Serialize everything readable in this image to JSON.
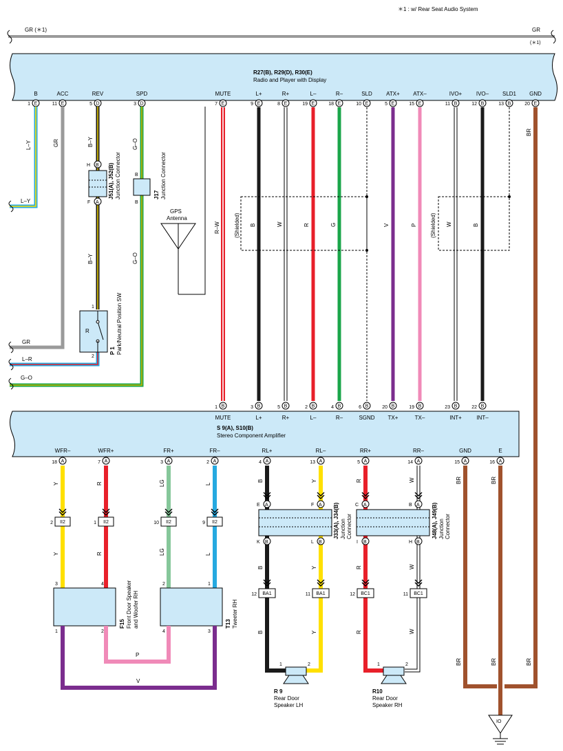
{
  "note": "＊1 : w/ Rear Seat Audio System",
  "top_wire": {
    "left_label": "GR (＊1)",
    "right_label": "GR",
    "right_note": "(＊1)"
  },
  "radio": {
    "refs": "R27(B), R29(D), R30(E)",
    "name": "Radio and Player with Display",
    "pins": [
      {
        "label": "B",
        "num": "1",
        "conn": "E"
      },
      {
        "label": "ACC",
        "num": "11",
        "conn": "E"
      },
      {
        "label": "REV",
        "num": "5",
        "conn": "D"
      },
      {
        "label": "SPD",
        "num": "3",
        "conn": "D"
      },
      {
        "label": "MUTE",
        "num": "7",
        "conn": "E"
      },
      {
        "label": "L+",
        "num": "9",
        "conn": "E"
      },
      {
        "label": "R+",
        "num": "8",
        "conn": "E"
      },
      {
        "label": "L–",
        "num": "19",
        "conn": "E"
      },
      {
        "label": "R–",
        "num": "18",
        "conn": "E"
      },
      {
        "label": "SLD",
        "num": "10",
        "conn": "E"
      },
      {
        "label": "ATX+",
        "num": "5",
        "conn": "E"
      },
      {
        "label": "ATX–",
        "num": "15",
        "conn": "E"
      },
      {
        "label": "IVO+",
        "num": "11",
        "conn": "B"
      },
      {
        "label": "IVO–",
        "num": "12",
        "conn": "B"
      },
      {
        "label": "SLD1",
        "num": "13",
        "conn": "B"
      },
      {
        "label": "GND",
        "num": "20",
        "conn": "E"
      }
    ]
  },
  "wire_colors": {
    "ly": "L–Y",
    "gr": "GR",
    "by": "B–Y",
    "go": "G–O",
    "rw": "R–W",
    "b": "B",
    "w": "W",
    "r": "R",
    "g": "G",
    "v": "V",
    "p": "P",
    "br": "BR",
    "lr": "L–R",
    "y": "Y",
    "lg": "LG",
    "l": "L"
  },
  "shielded": "(Shielded)",
  "j51": {
    "ref": "J51(A), J52(B)",
    "name": "Junction Connector",
    "top_pin": "H",
    "top_conn": "B",
    "bot_pin": "F",
    "bot_conn": "A"
  },
  "j17": {
    "ref": "J17",
    "name": "Junction Connector",
    "pin_top": "B",
    "pin_bot": "B"
  },
  "gps": {
    "line1": "GPS",
    "line2": "Antenna"
  },
  "p1": {
    "ref": "P 1",
    "name": "Park/Neutral Position SW",
    "pin1": "1",
    "pin2": "2",
    "inner": "R"
  },
  "left_wires": {
    "ly": "L–Y",
    "gr": "GR",
    "lr": "L–R",
    "go": "G–O"
  },
  "amp": {
    "refs": "S 9(A), S10(B)",
    "name": "Stereo Component Amplifier",
    "top_pins": [
      {
        "label": "MUTE",
        "num": "1",
        "conn": "B"
      },
      {
        "label": "L+",
        "num": "3",
        "conn": "B"
      },
      {
        "label": "R+",
        "num": "5",
        "conn": "B"
      },
      {
        "label": "L–",
        "num": "2",
        "conn": "B"
      },
      {
        "label": "R–",
        "num": "4",
        "conn": "B"
      },
      {
        "label": "SGND",
        "num": "6",
        "conn": "B"
      },
      {
        "label": "TX+",
        "num": "20",
        "conn": "B"
      },
      {
        "label": "TX–",
        "num": "19",
        "conn": "B"
      },
      {
        "label": "INT+",
        "num": "23",
        "conn": "B"
      },
      {
        "label": "INT–",
        "num": "22",
        "conn": "B"
      }
    ],
    "bot_pins": [
      {
        "label": "WFR–",
        "num": "18",
        "conn": "A"
      },
      {
        "label": "WFR+",
        "num": "7",
        "conn": "A"
      },
      {
        "label": "FR+",
        "num": "3",
        "conn": "A"
      },
      {
        "label": "FR–",
        "num": "2",
        "conn": "A"
      },
      {
        "label": "RL+",
        "num": "4",
        "conn": "A"
      },
      {
        "label": "RL–",
        "num": "13",
        "conn": "A"
      },
      {
        "label": "RR+",
        "num": "5",
        "conn": "A"
      },
      {
        "label": "RR–",
        "num": "14",
        "conn": "A"
      },
      {
        "label": "GND",
        "num": "15",
        "conn": "A"
      },
      {
        "label": "E",
        "num": "16",
        "conn": "A"
      }
    ]
  },
  "ii2": {
    "label": "II2",
    "pins": [
      "2",
      "1",
      "10",
      "9"
    ]
  },
  "j33": {
    "ref": "J33(A), J34(B)",
    "name1": "Junction",
    "name2": "Connector",
    "tl": "E",
    "tlc": "A",
    "tr": "F",
    "trc": "A",
    "bl": "K",
    "blc": "B",
    "br": "L",
    "brc": "B"
  },
  "j48": {
    "ref": "J48(A), J49(B)",
    "name1": "Junction",
    "name2": "Connector",
    "tl": "C",
    "tlc": "A",
    "tr": "B",
    "trc": "A",
    "bl": "I",
    "blc": "B",
    "br": "H",
    "brc": "B"
  },
  "ba1": {
    "label": "BA1",
    "pins": [
      "12",
      "11"
    ]
  },
  "bc1": {
    "label": "BC1",
    "pins": [
      "12",
      "11"
    ]
  },
  "f15": {
    "ref": "F15",
    "name1": "Front Door Speaker",
    "name2": "and Woofer RH",
    "pins": [
      "3",
      "4",
      "1",
      "2"
    ]
  },
  "t13": {
    "ref": "T13",
    "name": "Tweeter RH",
    "pins": [
      "2",
      "1",
      "4",
      "3"
    ]
  },
  "r9": {
    "ref": "R 9",
    "name1": "Rear Door",
    "name2": "Speaker LH",
    "pins": [
      "1",
      "2"
    ]
  },
  "r10": {
    "ref": "R10",
    "name1": "Rear Door",
    "name2": "Speaker RH",
    "pins": [
      "1",
      "2"
    ]
  },
  "ground": {
    "label": "IO"
  },
  "colors": {
    "box": "#cce9f8",
    "black": "#1a1a1a",
    "red": "#e8202a",
    "green": "#1ba64a",
    "violet": "#7b2d8e",
    "pink": "#f08ab8",
    "brown": "#a0522d",
    "gray": "#9a9a9a",
    "yellow": "#ffe000",
    "blue": "#26a9e0",
    "lgreen": "#86c79a",
    "gold": "#c8b400"
  }
}
